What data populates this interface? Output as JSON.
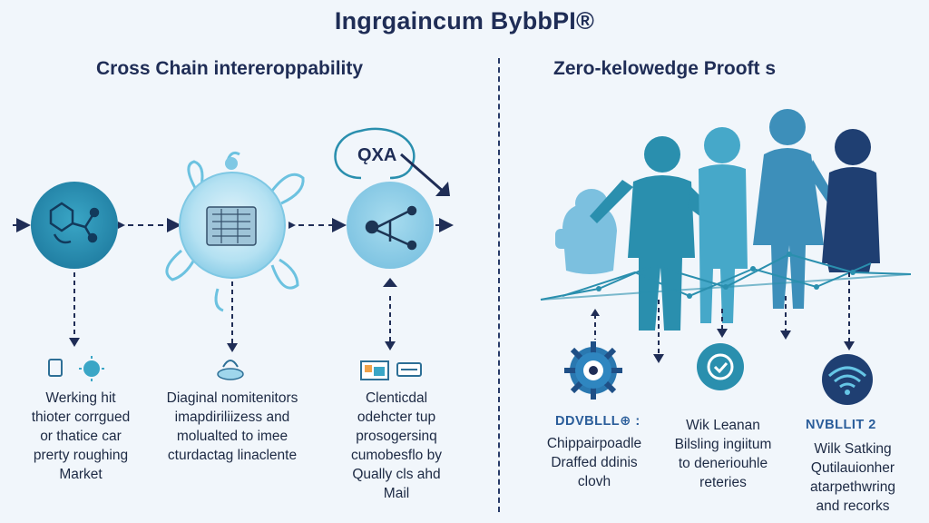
{
  "header": {
    "title": "Ingrgaincum BybbPI®"
  },
  "left_section": {
    "title": "Cross Chain intereropрability",
    "bubble_label": "ǪXA",
    "captions": [
      [
        "Werking hit",
        "thioter corrgued",
        "or thatice car",
        "prerty roughing",
        "Market"
      ],
      [
        "Diaginal nomitenitors",
        "imapdiriliizess and",
        "molualted to imee",
        "cturdactag linaclente"
      ],
      [
        "Clenticdal",
        "odehcter tup",
        "prosogersinq",
        "cumobesflo by",
        "Qually cls ahd",
        "Mail"
      ]
    ]
  },
  "right_section": {
    "title": "Zero-kelowedge Prooft s",
    "badges": [
      "DDVBLLL⊕ :",
      "NVBLLIT 2"
    ],
    "captions": [
      [
        "Chippairpoadle",
        "Draffed ddinis",
        "clovh"
      ],
      [
        "Wik Leanan",
        "Bilsling ingiitum",
        "to deneriouhle",
        "reteries"
      ],
      [
        "Wilk Satking",
        "Qutilauionher",
        "atarpethwring",
        "and recorks"
      ]
    ]
  },
  "colors": {
    "navy": "#1f2d56",
    "teal": "#2a8fae",
    "light_blue": "#9fd6ec",
    "steel_blue": "#2d6f96",
    "background": "#f1f6fb"
  },
  "icons": {
    "node_1": "puzzle-network-icon",
    "node_2": "chip-bubble-icon",
    "node_3": "share-link-icon",
    "gear": "gear-icon",
    "shield": "shield-icon",
    "wifi": "wifi-icon"
  }
}
